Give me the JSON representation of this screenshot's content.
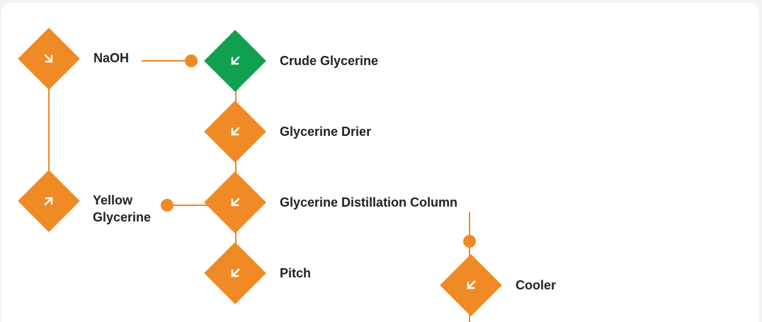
{
  "colors": {
    "orange": "#f08a24",
    "green": "#0fa050",
    "text": "#222222",
    "background": "#ffffff"
  },
  "nodes": [
    {
      "id": "naoh",
      "label": "NaOH",
      "color": "orange",
      "icon": "arrow-down-right-icon"
    },
    {
      "id": "yellow-glycerine",
      "label_line1": "Yellow",
      "label_line2": "Glycerine",
      "color": "orange",
      "icon": "arrow-up-right-icon"
    },
    {
      "id": "crude-glycerine",
      "label": "Crude Glycerine",
      "color": "green",
      "icon": "arrow-down-left-icon"
    },
    {
      "id": "glycerine-drier",
      "label": "Glycerine Drier",
      "color": "orange",
      "icon": "arrow-down-left-icon"
    },
    {
      "id": "glycerine-distillation-column",
      "label": "Glycerine Distillation Column",
      "color": "orange",
      "icon": "arrow-down-left-icon"
    },
    {
      "id": "pitch",
      "label": "Pitch",
      "color": "orange",
      "icon": "arrow-down-left-icon"
    },
    {
      "id": "cooler",
      "label": "Cooler",
      "color": "orange",
      "icon": "arrow-down-left-icon"
    }
  ]
}
